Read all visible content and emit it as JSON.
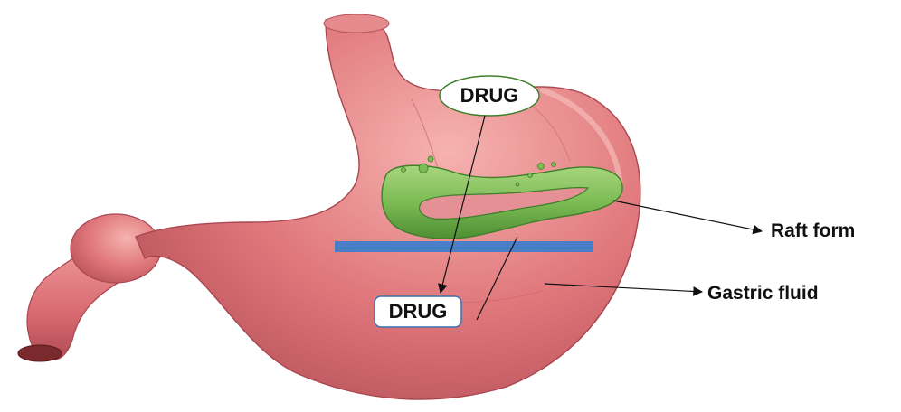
{
  "labels": {
    "drug_top": "DRUG",
    "drug_bottom": "DRUG",
    "raft_form": "Raft form",
    "gastric_fluid": "Gastric fluid"
  },
  "colors": {
    "stomach": "#e0787c",
    "stomach_dark": "#b74f57",
    "stomach_light": "#f2a9a8",
    "raft": "#7dbb55",
    "raft_dark": "#3f7f2a",
    "boundary_bar": "#4a7ec9",
    "esophagus_opening": "#7a2a2c"
  }
}
